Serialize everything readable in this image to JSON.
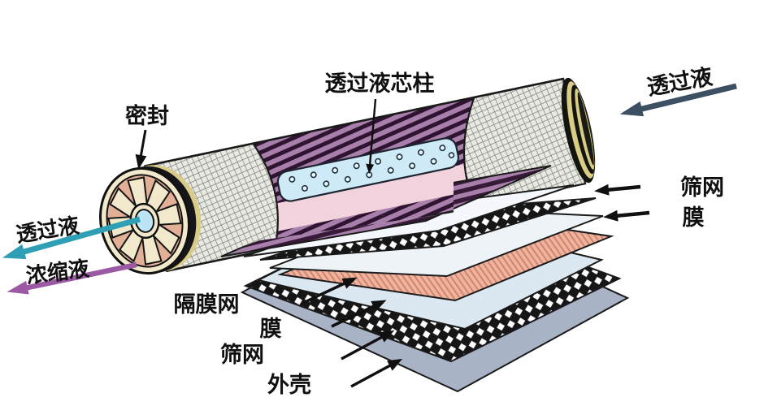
{
  "diagram": {
    "type": "spiral-wound membrane module cutaway",
    "labels": {
      "seal": "密封",
      "permeate_core_tube": "透过液芯柱",
      "permeate_in": "透过液",
      "screen_mesh_right": "筛网",
      "membrane_right": "膜",
      "permeate_out": "透过液",
      "concentrate_out": "浓缩液",
      "spacer_mesh": "隔膜网",
      "membrane_bottom": "膜",
      "screen_mesh_bottom": "筛网",
      "outer_shell": "外壳"
    },
    "colors": {
      "permeate_out_arrow": "#2f9fb5",
      "concentrate_arrow": "#9b59a3",
      "permeate_in_arrow": "#3d4f63",
      "label_text": "#101010",
      "membrane_purple_dark": "#2e1430",
      "membrane_purple_light": "#a87fab",
      "core_tube_blue": "#cfeaf7",
      "core_tube_hole": "#eef9fd",
      "pink_inner_band": "#f2d2dd",
      "pink_sheet": "#eeb49e",
      "pink_sheet_stripe": "#d08471",
      "pale_blue_sheet": "#dce8f1",
      "white_blue_sheet": "#eef3f8",
      "white_underside": "#f4f7fb",
      "shell_gray": "#a9b3c6",
      "mesh_gray": "#e9e9e4",
      "mesh_line": "#80807a",
      "checker_black": "#161616",
      "cap_cream": "#f2e9cc",
      "cap_salmon": "#e2af97",
      "hub_blue": "#bde4f4",
      "end_ring_yellow": "#d8cc86",
      "outline": "#1a1a1a"
    }
  }
}
